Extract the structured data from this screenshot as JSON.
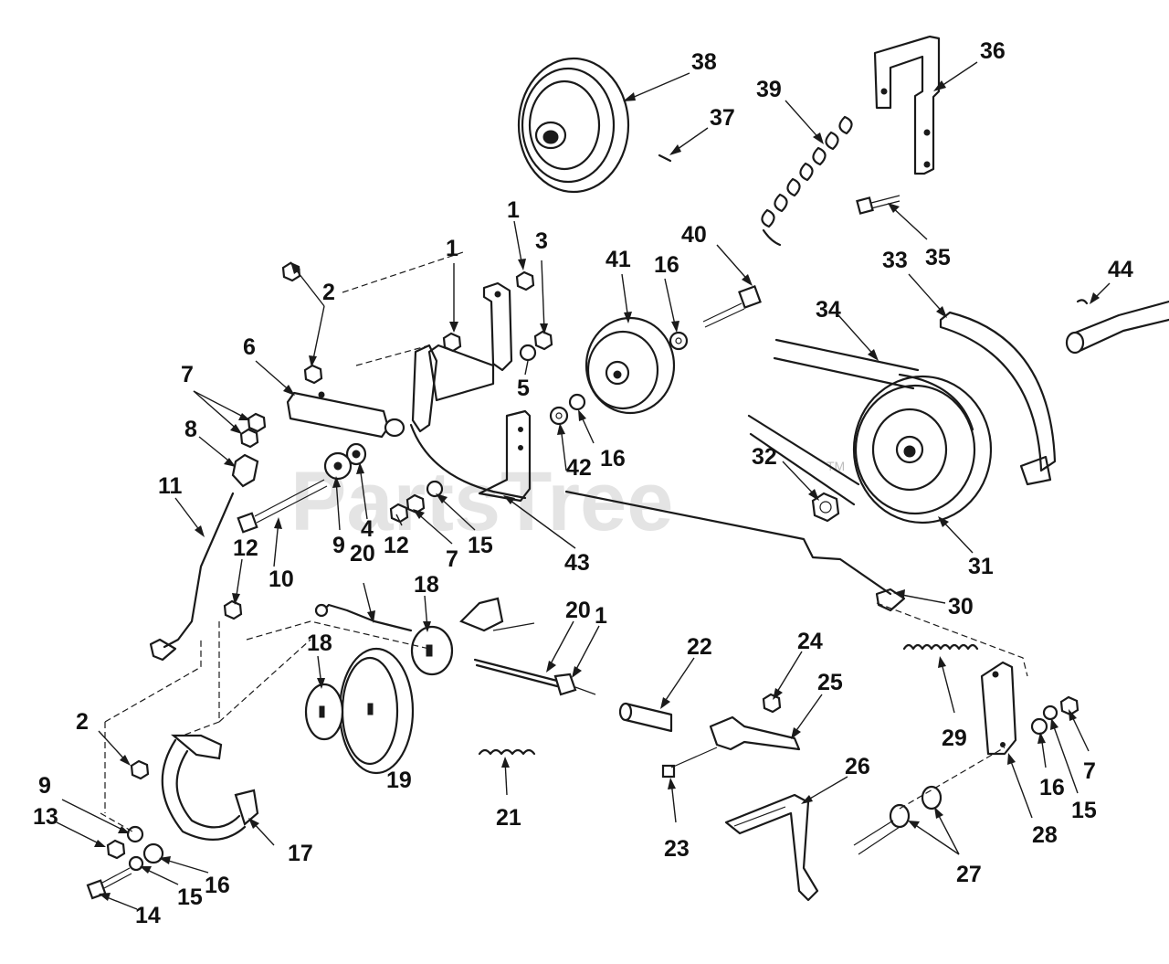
{
  "watermark": {
    "text": "PartsTree",
    "trademark": "TM"
  },
  "callouts": {
    "c1a": "1",
    "c1b": "1",
    "c1c": "1",
    "c2a": "2",
    "c2b": "2",
    "c3": "3",
    "c4": "4",
    "c5": "5",
    "c6": "6",
    "c7a": "7",
    "c7b": "7",
    "c7c": "7",
    "c8": "8",
    "c9a": "9",
    "c9b": "9",
    "c10": "10",
    "c11": "11",
    "c12a": "12",
    "c12b": "12",
    "c13": "13",
    "c14": "14",
    "c15a": "15",
    "c15b": "15",
    "c15c": "15",
    "c16a": "16",
    "c16b": "16",
    "c16c": "16",
    "c16d": "16",
    "c17": "17",
    "c18a": "18",
    "c18b": "18",
    "c19": "19",
    "c20a": "20",
    "c20b": "20",
    "c21": "21",
    "c22": "22",
    "c23": "23",
    "c24": "24",
    "c25": "25",
    "c26": "26",
    "c27": "27",
    "c28": "28",
    "c29": "29",
    "c30": "30",
    "c31": "31",
    "c32": "32",
    "c33": "33",
    "c34": "34",
    "c35": "35",
    "c36": "36",
    "c37": "37",
    "c38": "38",
    "c39": "39",
    "c40": "40",
    "c41": "41",
    "c42": "42",
    "c43": "43",
    "c44": "44"
  }
}
